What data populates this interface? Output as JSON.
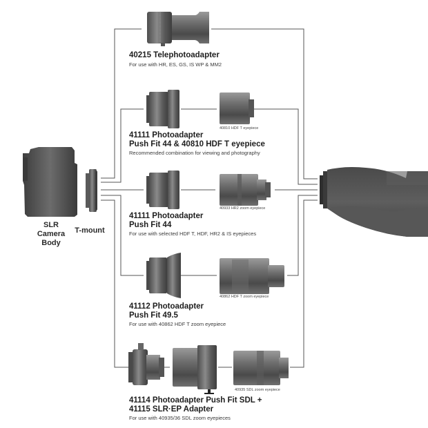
{
  "diagram": {
    "left_device": {
      "label_lines": [
        "SLR",
        "Camera",
        "Body"
      ]
    },
    "mount": {
      "label": "T-mount"
    },
    "right_device": {
      "name": "spotting-scope-body"
    },
    "options": [
      {
        "title_lines": [
          "40215 Telephotoadapter"
        ],
        "subtitle": "For use with HR, ES, GS, IS WP & MM2",
        "eyepiece_label": null
      },
      {
        "title_lines": [
          "41111 Photoadapter",
          "Push Fit 44 & 40810 HDF T eyepiece"
        ],
        "subtitle": "Recommended combination for viewing and photography",
        "eyepiece_label": "40810 HDF T eyepiece"
      },
      {
        "title_lines": [
          "41111 Photoadapter",
          "Push Fit 44"
        ],
        "subtitle": "For use with selected HDF T, HDF, HR2 & IS eyepieces",
        "eyepiece_label": "40933 HR2 zoom eyepiece"
      },
      {
        "title_lines": [
          "41112 Photoadapter",
          "Push Fit 49.5"
        ],
        "subtitle": "For use with 40862 HDF T zoom eyepiece",
        "eyepiece_label": "40862 HDF T zoom eyepiece"
      },
      {
        "title_lines": [
          "41114 Photoadapter Push Fit SDL +",
          "41115 SLR·EP Adapter"
        ],
        "subtitle": "For use with 40935/36 SDL zoom eyepieces",
        "eyepiece_label": "40935 SDL zoom eyepiece"
      }
    ]
  }
}
